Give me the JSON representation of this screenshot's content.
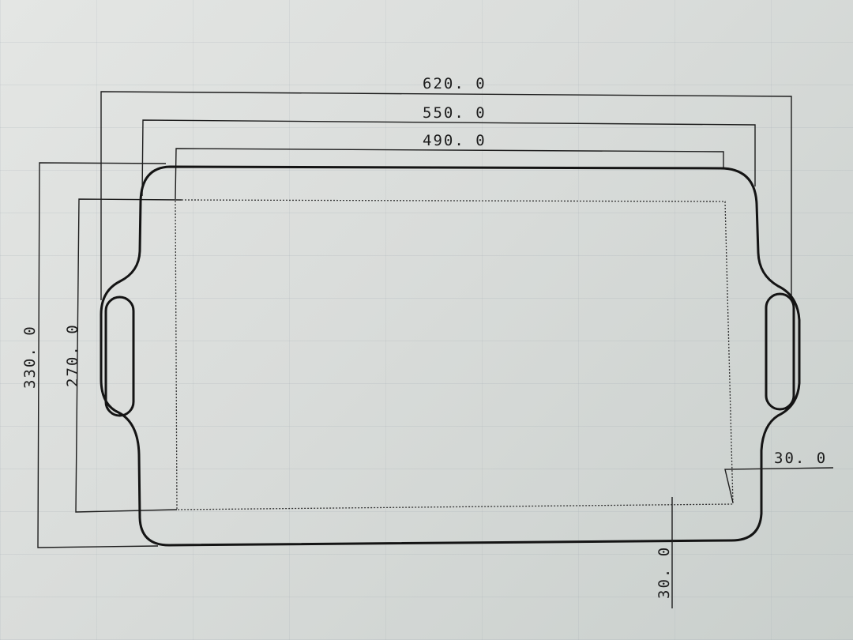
{
  "drawing": {
    "dimensions": {
      "width_outer": "620. 0",
      "width_middle": "550. 0",
      "width_inner": "490. 0",
      "height_outer": "330. 0",
      "height_inner": "270. 0",
      "margin_side": "30. 0",
      "margin_bottom": "30. 0"
    },
    "colors": {
      "paper": "#d9dcda",
      "ink": "#141414"
    }
  }
}
